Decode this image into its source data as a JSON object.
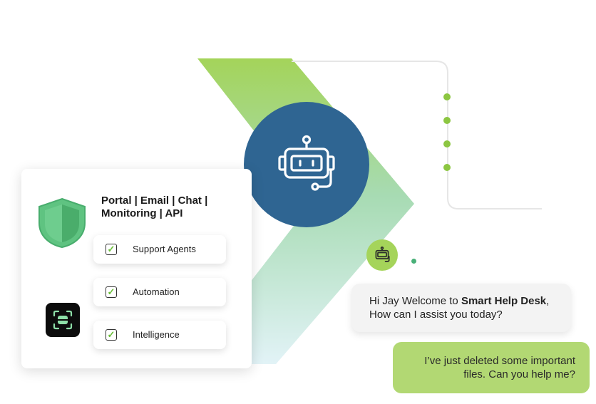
{
  "card": {
    "title": "Portal | Email | Chat | Monitoring | API",
    "items": [
      {
        "label": "Support Agents",
        "checked": true
      },
      {
        "label": "Automation",
        "checked": true
      },
      {
        "label": "Intelligence",
        "checked": true
      }
    ]
  },
  "chat": {
    "bot_message_part1": "Hi Jay Welcome to ",
    "bot_message_brand": "Smart Help Desk",
    "bot_message_part2": ", How can I assist you today?",
    "user_message": "I’ve just deleted some important files. Can you help me?"
  },
  "icons": {
    "hero": "robot-icon",
    "shield": "shield-icon",
    "scan": "face-scan-icon",
    "mini": "robot-icon",
    "check": "checkmark-icon"
  },
  "colors": {
    "robot_circle": "#2f6592",
    "chevron_top": "#a4d45a",
    "chevron_bottom": "#dcf0f4",
    "shield": "#5fc381",
    "user_bubble": "#b2d873",
    "timeline_dot": "#8cc641"
  }
}
